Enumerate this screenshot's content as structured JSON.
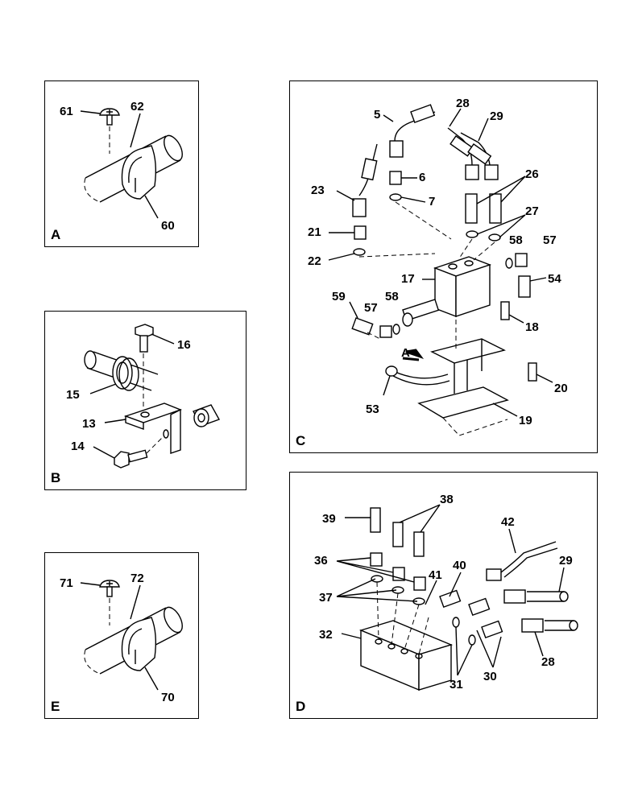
{
  "panels": {
    "A": {
      "letter": "A",
      "callouts": {
        "c61": "61",
        "c62": "62",
        "c60": "60"
      }
    },
    "B": {
      "letter": "B",
      "callouts": {
        "c16": "16",
        "c15": "15",
        "c13": "13",
        "c14": "14"
      }
    },
    "C": {
      "letter": "C",
      "arrow_label": "A",
      "callouts": {
        "c5": "5",
        "c28": "28",
        "c29": "29",
        "c6": "6",
        "c26": "26",
        "c23": "23",
        "c7": "7",
        "c27": "27",
        "c21": "21",
        "c58a": "58",
        "c57a": "57",
        "c22": "22",
        "c17": "17",
        "c54": "54",
        "c59": "59",
        "c57b": "57",
        "c58b": "58",
        "c18": "18",
        "c20": "20",
        "c53": "53",
        "c19": "19"
      }
    },
    "D": {
      "letter": "D",
      "callouts": {
        "c38": "38",
        "c39": "39",
        "c42": "42",
        "c36": "36",
        "c40": "40",
        "c29": "29",
        "c41": "41",
        "c37": "37",
        "c32": "32",
        "c28": "28",
        "c30": "30",
        "c31": "31"
      }
    },
    "E": {
      "letter": "E",
      "callouts": {
        "c71": "71",
        "c72": "72",
        "c70": "70"
      }
    }
  }
}
